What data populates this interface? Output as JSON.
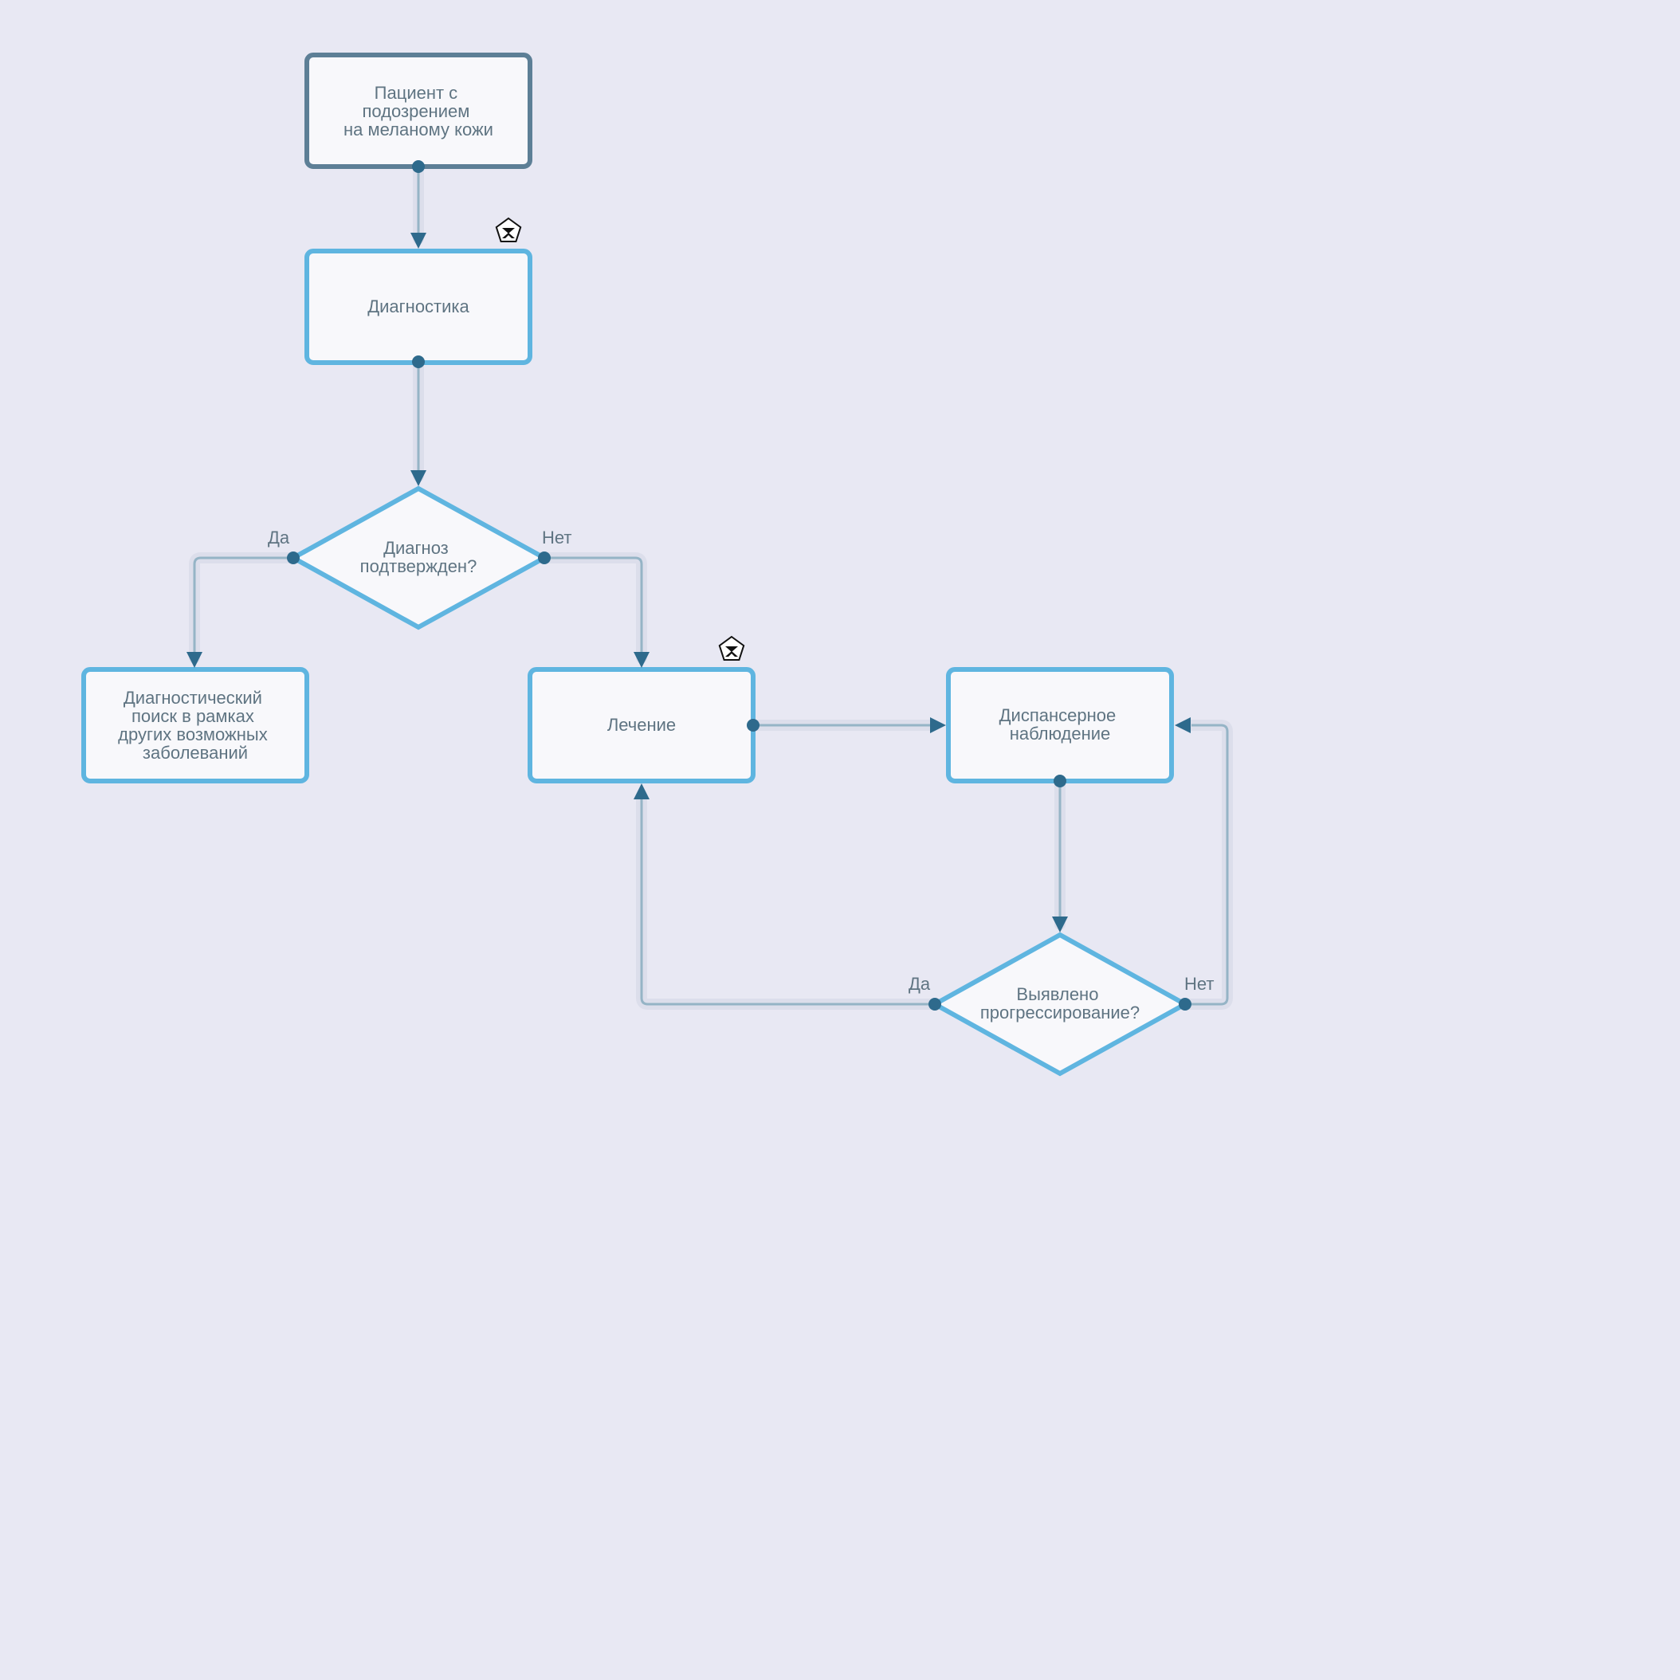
{
  "colors": {
    "background": "#e8e8f3",
    "node_fill": "#f8f8fb",
    "node_border": "#5fb5e0",
    "start_border": "#5d7f96",
    "connector": "#95b4c6",
    "connector_dot": "#2e6a8c",
    "text": "#5f7482"
  },
  "nodes": {
    "start": {
      "lines": [
        "Пациент с",
        "подозрением",
        "на меланому кожи"
      ]
    },
    "diagnostics": {
      "lines": [
        "Диагностика"
      ],
      "icon": "pentagon-person-icon"
    },
    "decision_confirmed": {
      "lines": [
        "Диагноз",
        "подтвержден?"
      ]
    },
    "other_diseases": {
      "lines": [
        "Диагностический",
        "поиск в рамках",
        "других возможных",
        "заболеваний"
      ]
    },
    "treatment": {
      "lines": [
        "Лечение"
      ],
      "icon": "pentagon-person-icon"
    },
    "follow_up": {
      "lines": [
        "Диспансерное",
        "наблюдение"
      ]
    },
    "decision_progression": {
      "lines": [
        "Выявлено",
        "прогрессирование?"
      ]
    }
  },
  "edge_labels": {
    "confirmed_yes": "Да",
    "confirmed_no": "Нет",
    "progression_yes": "Да",
    "progression_no": "Нет"
  }
}
